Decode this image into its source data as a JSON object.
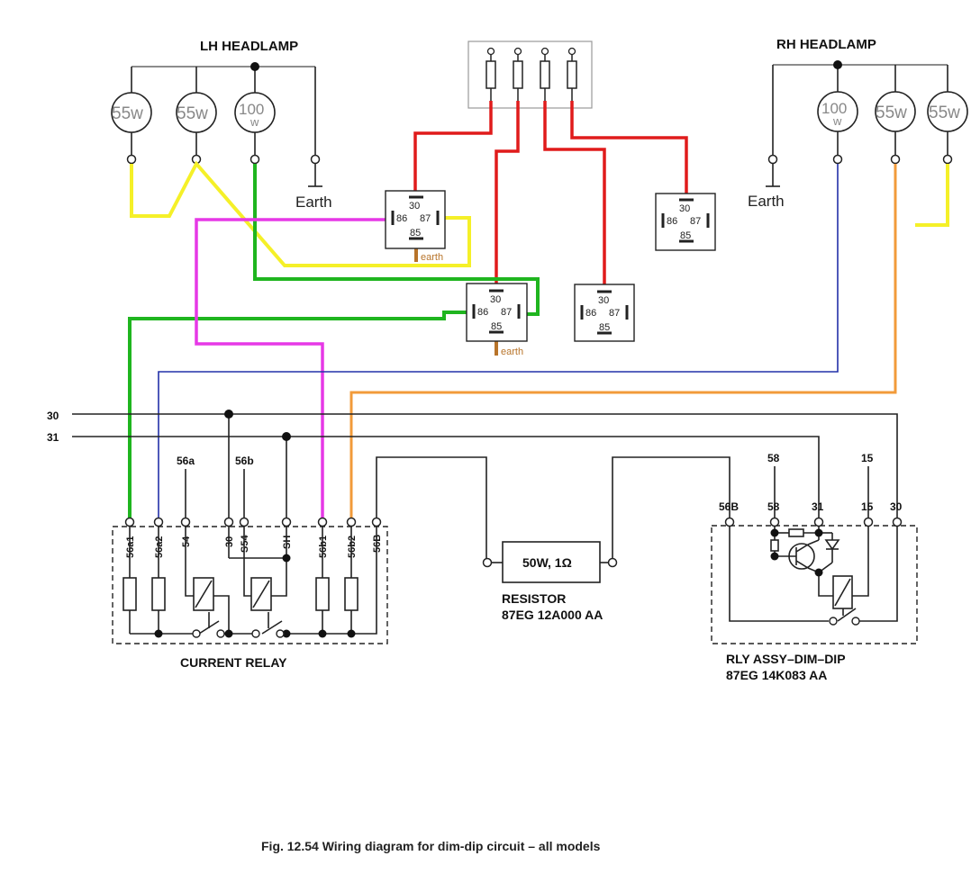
{
  "lh_headlamp": {
    "title": "LH HEADLAMP",
    "lamps": [
      {
        "label": "55w"
      },
      {
        "label": "55w"
      },
      {
        "label": "100",
        "sub": "w"
      }
    ],
    "earth_label": "Earth"
  },
  "rh_headlamp": {
    "title": "RH HEADLAMP",
    "lamps": [
      {
        "label": "100",
        "sub": "w"
      },
      {
        "label": "55w"
      },
      {
        "label": "55w"
      }
    ],
    "earth_label": "Earth"
  },
  "relays": [
    {
      "pin30": "30",
      "pin86": "86",
      "pin87": "87",
      "pin85": "85",
      "earth": "earth"
    },
    {
      "pin30": "30",
      "pin86": "86",
      "pin87": "87",
      "pin85": "85"
    },
    {
      "pin30": "30",
      "pin86": "86",
      "pin87": "87",
      "pin85": "85",
      "earth": "earth"
    },
    {
      "pin30": "30",
      "pin86": "86",
      "pin87": "87",
      "pin85": "85"
    }
  ],
  "bus": {
    "line30": "30",
    "line31": "31"
  },
  "current_relay": {
    "title": "CURRENT RELAY",
    "top_labels": {
      "s56a": "56a",
      "s56b": "56b"
    },
    "terminals": [
      "56a1",
      "56a2",
      "54",
      "30",
      "S54",
      "SH",
      "56b1",
      "56b2",
      "56B"
    ]
  },
  "resistor": {
    "value": "50W, 1Ω",
    "name": "RESISTOR",
    "part": "87EG 12A000 AA"
  },
  "dim_dip": {
    "title": "RLY ASSY–DIM–DIP",
    "part": "87EG 14K083 AA",
    "top_labels": {
      "t58": "58",
      "t15": "15"
    },
    "terminals": [
      "56B",
      "58",
      "31",
      "15",
      "30"
    ]
  },
  "caption": "Fig. 12.54 Wiring diagram for dim-dip circuit – all models"
}
